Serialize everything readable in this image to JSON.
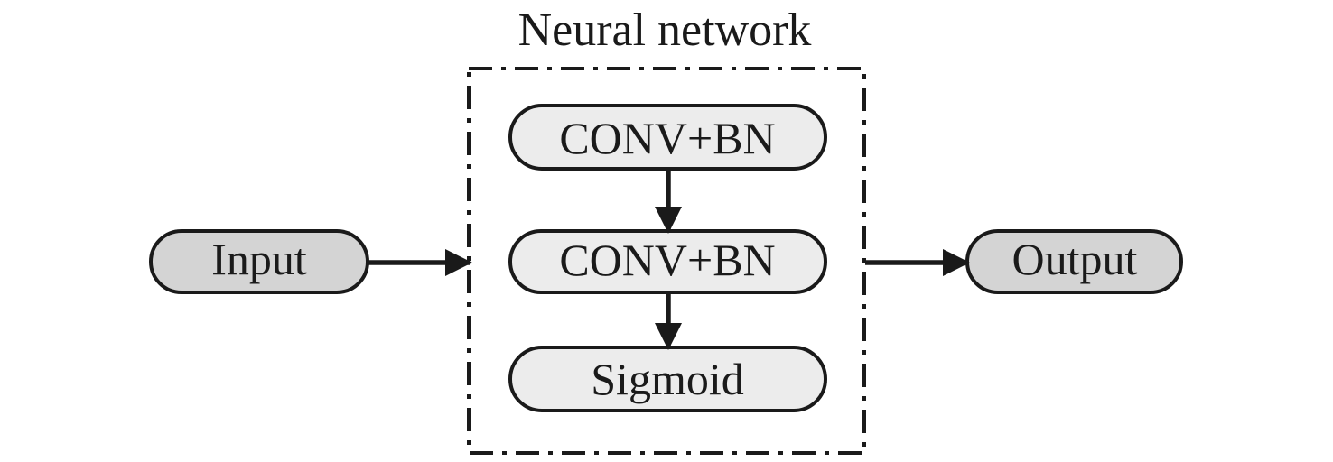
{
  "title": "Neural network",
  "input_label": "Input",
  "output_label": "Output",
  "layers": [
    "CONV+BN",
    "CONV+BN",
    "Sigmoid"
  ],
  "colors": {
    "line": "#1a1a1a",
    "layer_fill": "#ececec",
    "io_fill": "#d4d4d4",
    "background": "#ffffff"
  }
}
